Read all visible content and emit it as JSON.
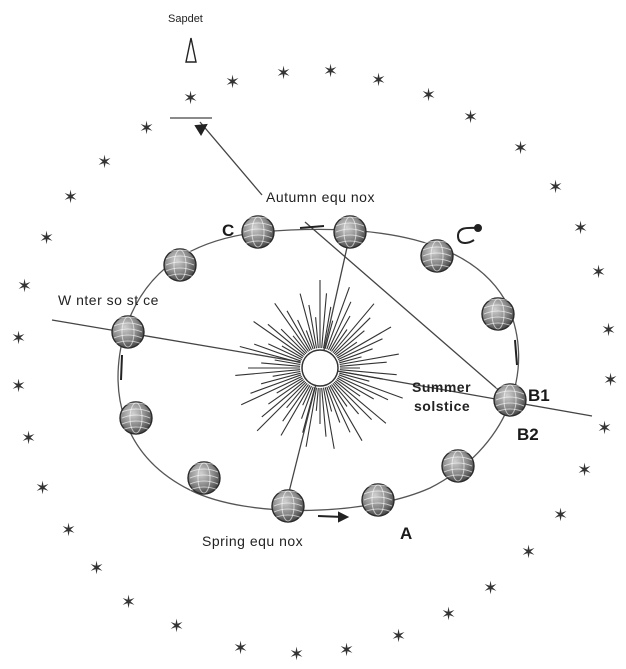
{
  "labels": {
    "sapdet": "Sapdet",
    "autumn": "Autumn equ nox",
    "winter": "W nter so st ce",
    "summer_1": "Summer",
    "summer_2": "solstice",
    "spring": "Spring equ nox",
    "point_a": "A",
    "point_b1": "B1",
    "point_b2": "B2",
    "point_c": "C"
  },
  "icons": {
    "sun": "sun-icon",
    "planet": "planet-icon",
    "star": "star-icon",
    "rotation": "rotation-arrow-icon",
    "marker": "spire-icon"
  },
  "colors": {
    "line": "#444444",
    "planet_fill": "#8a8a8a",
    "background": "#ffffff"
  }
}
